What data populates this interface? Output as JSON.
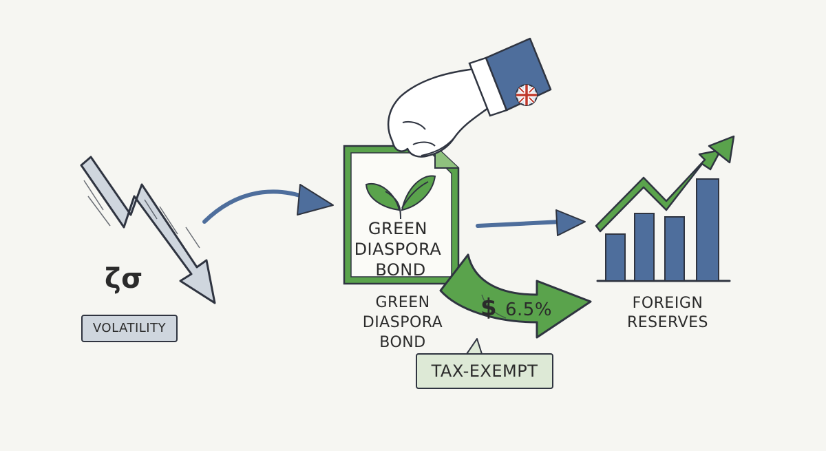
{
  "volatility": {
    "symbol": "ζσ",
    "label": "VOLATILITY"
  },
  "bond": {
    "document_lines": [
      "GREEN",
      "DIASPORA",
      "BOND"
    ],
    "caption_lines": [
      "GREEN",
      "DIASPORA",
      "BOND"
    ],
    "yield_currency": "$",
    "yield_rate": "6.5%",
    "tax_label": "TAX-EXEMPT"
  },
  "reserves": {
    "caption_lines": [
      "FOREIGN",
      "RESERVES"
    ]
  },
  "icons": {
    "volatility": "falling-zigzag-arrow-icon",
    "bond_document": "leaf-document-icon",
    "hand": "hand-holding-document-icon",
    "cufflink": "union-jack-cufflink-icon",
    "reserves": "rising-bar-chart-icon"
  },
  "colors": {
    "blue": "#4e6e9c",
    "green": "#5aa34c",
    "light_green": "#dde9d6",
    "grey_blue": "#cfd6de",
    "ink": "#2b2b2b"
  }
}
